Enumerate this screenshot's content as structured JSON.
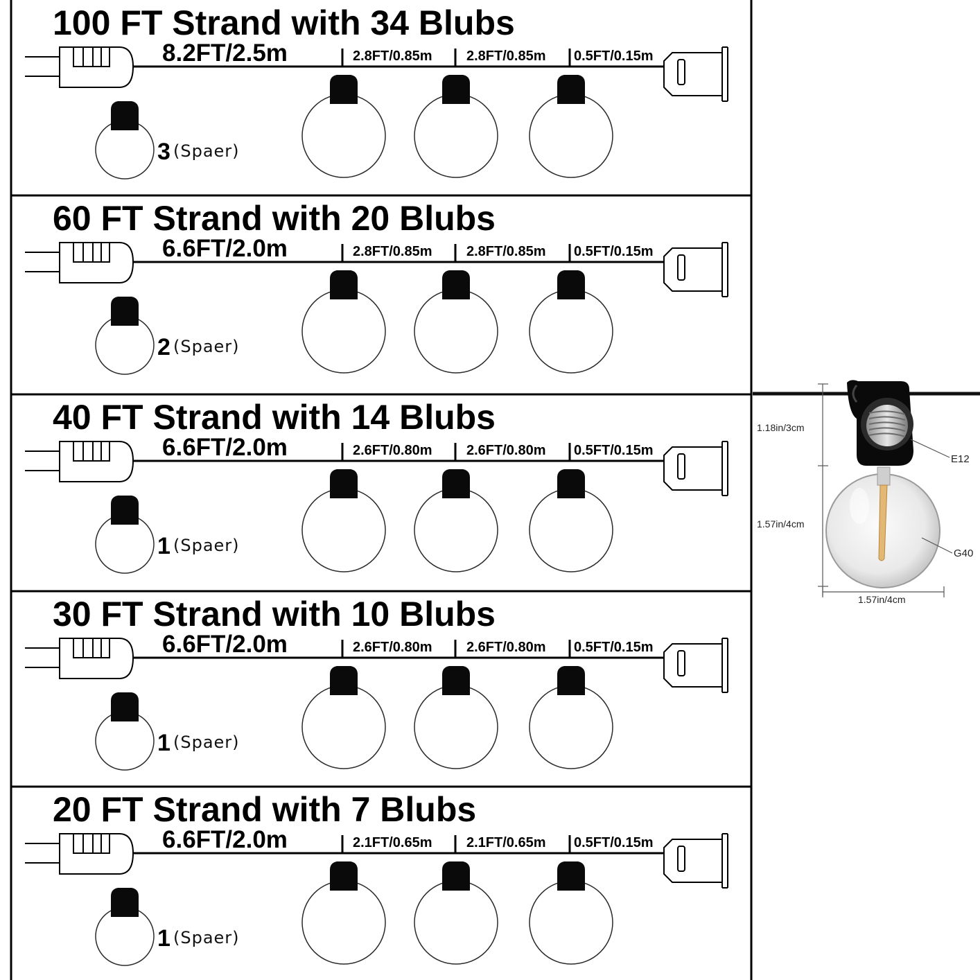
{
  "colors": {
    "background": "#ffffff",
    "line": "#000000",
    "bulb_glass_stroke": "#2a2a2a",
    "socket_black": "#0a0a0a",
    "filament_amber": "#e2b874"
  },
  "strands": [
    {
      "title": "100 FT Strand with 34 Blubs",
      "lead": "8.2FT/2.5m",
      "spacing_1": "2.8FT/0.85m",
      "spacing_2": "2.8FT/0.85m",
      "tail": "0.5FT/0.15m",
      "spare_count": "3",
      "spare_label": "(Spaer)"
    },
    {
      "title": "60 FT Strand with 20 Blubs",
      "lead": "6.6FT/2.0m",
      "spacing_1": "2.8FT/0.85m",
      "spacing_2": "2.8FT/0.85m",
      "tail": "0.5FT/0.15m",
      "spare_count": "2",
      "spare_label": "(Spaer)"
    },
    {
      "title": "40 FT Strand with 14 Blubs",
      "lead": "6.6FT/2.0m",
      "spacing_1": "2.6FT/0.80m",
      "spacing_2": "2.6FT/0.80m",
      "tail": "0.5FT/0.15m",
      "spare_count": "1",
      "spare_label": "(Spaer)"
    },
    {
      "title": "30 FT Strand with 10 Blubs",
      "lead": "6.6FT/2.0m",
      "spacing_1": "2.6FT/0.80m",
      "spacing_2": "2.6FT/0.80m",
      "tail": "0.5FT/0.15m",
      "spare_count": "1",
      "spare_label": "(Spaer)"
    },
    {
      "title": "20 FT Strand with  7  Blubs",
      "lead": "6.6FT/2.0m",
      "spacing_1": "2.1FT/0.65m",
      "spacing_2": "2.1FT/0.65m",
      "tail": "0.5FT/0.15m",
      "spare_count": "1",
      "spare_label": "(Spaer)"
    }
  ],
  "bulb_detail": {
    "socket_height": "1.18in/3cm",
    "bulb_height": "1.57in/4cm",
    "bulb_width": "1.57in/4cm",
    "base_type": "E12",
    "bulb_type": "G40"
  }
}
